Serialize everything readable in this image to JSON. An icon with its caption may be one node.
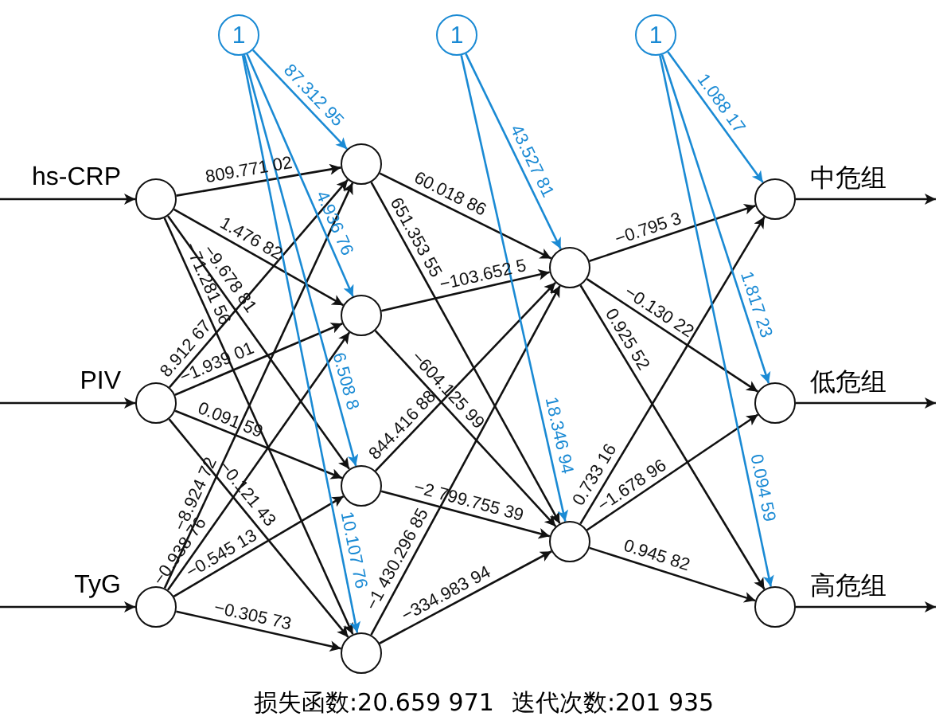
{
  "diagram": {
    "nodes": [
      {
        "text": [
          "1"
        ]
      },
      {
        "text": [
          "1"
        ]
      },
      {
        "text": [
          "1"
        ]
      },
      {
        "text": [],
        "shape": "circle",
        "beside": [
          "hs-CRP"
        ]
      },
      {
        "text": [],
        "shape": "circle",
        "beside": [
          "PIV"
        ]
      },
      {
        "text": [],
        "shape": "circle",
        "beside": [
          "TyG"
        ]
      },
      {
        "text": [],
        "shape": "circle"
      },
      {
        "text": [],
        "shape": "circle"
      },
      {
        "text": [],
        "shape": "circle"
      },
      {
        "text": [],
        "shape": "circle"
      },
      {
        "text": [],
        "shape": "circle"
      },
      {
        "text": [],
        "shape": "circle"
      },
      {
        "text": [],
        "shape": "circle",
        "beside": [
          "中危组"
        ]
      },
      {
        "text": [],
        "shape": "circle",
        "beside": [
          "低危组"
        ]
      },
      {
        "text": [],
        "shape": "circle",
        "beside": [
          "高危组"
        ]
      }
    ],
    "edges": [
      {
        "from": null,
        "to": 3,
        "arrow": "to"
      },
      {
        "from": null,
        "to": 4,
        "arrow": "to"
      },
      {
        "from": null,
        "to": 5,
        "arrow": "to"
      },
      {
        "from": 3,
        "to": 6,
        "arrow": "to",
        "label": "809.771 02"
      },
      {
        "from": 3,
        "to": 7,
        "arrow": "to",
        "label": "1.476 82"
      },
      {
        "from": 3,
        "to": 8,
        "arrow": "to",
        "label": "−9.678 81"
      },
      {
        "from": 3,
        "to": 9,
        "arrow": "to",
        "label": "−71.281 56"
      },
      {
        "from": 4,
        "to": 6,
        "arrow": "to",
        "label": "8.912 67"
      },
      {
        "from": 4,
        "to": 7,
        "arrow": "to",
        "label": "−1.939 01"
      },
      {
        "from": 4,
        "to": 8,
        "arrow": "to",
        "label": "0.091 59"
      },
      {
        "from": 4,
        "to": 9,
        "arrow": "to",
        "label": "−0.121 43"
      },
      {
        "from": 5,
        "to": 6,
        "arrow": "to",
        "label": "−8.924 72"
      },
      {
        "from": 5,
        "to": 7,
        "arrow": "to",
        "label": "−0.938 76"
      },
      {
        "from": 5,
        "to": 8,
        "arrow": "to",
        "label": "−0.545 13"
      },
      {
        "from": 5,
        "to": 9,
        "arrow": "to",
        "label": "−0.305 73"
      },
      {
        "from": 0,
        "to": 6,
        "arrow": "to",
        "label": "87.312 95",
        "color": "#1a8ad4"
      },
      {
        "from": 0,
        "to": 7,
        "arrow": "to",
        "label": "4.936 76",
        "color": "#1a8ad4"
      },
      {
        "from": 0,
        "to": 8,
        "arrow": "to",
        "label": "6.508 8",
        "color": "#1a8ad4"
      },
      {
        "from": 0,
        "to": 9,
        "arrow": "to",
        "label": "10.107 76",
        "color": "#1a8ad4"
      },
      {
        "from": 6,
        "to": 10,
        "arrow": "to",
        "label": "60.018 86"
      },
      {
        "from": 6,
        "to": 11,
        "arrow": "to",
        "label": "651.353 55"
      },
      {
        "from": 7,
        "to": 10,
        "arrow": "to",
        "label": "−103.652 5"
      },
      {
        "from": 7,
        "to": 11,
        "arrow": "to",
        "label": "−604.125 99"
      },
      {
        "from": 8,
        "to": 10,
        "arrow": "to",
        "label": "844.416 88"
      },
      {
        "from": 8,
        "to": 11,
        "arrow": "to",
        "label": "−2 799.755 39"
      },
      {
        "from": 9,
        "to": 10,
        "arrow": "to",
        "label": "−1 430.296 85"
      },
      {
        "from": 9,
        "to": 11,
        "arrow": "to",
        "label": "−334.983 94"
      },
      {
        "from": 1,
        "to": 10,
        "arrow": "to",
        "label": "43.527 81",
        "color": "#1a8ad4"
      },
      {
        "from": 1,
        "to": 11,
        "arrow": "to",
        "label": "18.346 94",
        "color": "#1a8ad4"
      },
      {
        "from": 10,
        "to": 12,
        "arrow": "to",
        "label": "−0.795 3"
      },
      {
        "from": 10,
        "to": 13,
        "arrow": "to",
        "label": "−0.130 22"
      },
      {
        "from": 10,
        "to": 14,
        "arrow": "to",
        "label": "0.925 52"
      },
      {
        "from": 11,
        "to": 12,
        "arrow": "to",
        "label": "0.733 16"
      },
      {
        "from": 11,
        "to": 13,
        "arrow": "to",
        "label": "−1.678 96"
      },
      {
        "from": 11,
        "to": 14,
        "arrow": "to",
        "label": "0.945 82"
      },
      {
        "from": 2,
        "to": 12,
        "arrow": "to",
        "label": "1.088 17",
        "color": "#1a8ad4"
      },
      {
        "from": 2,
        "to": 13,
        "arrow": "to",
        "label": "1.817 23",
        "color": "#1a8ad4"
      },
      {
        "from": 2,
        "to": 14,
        "arrow": "to",
        "label": "0.094 59",
        "color": "#1a8ad4"
      },
      {
        "from": 12,
        "to": null,
        "arrow": "to"
      },
      {
        "from": 13,
        "to": null,
        "arrow": "to"
      },
      {
        "from": 14,
        "to": null,
        "arrow": "to"
      }
    ],
    "labels": [
      "损失函数:20.659 971",
      "迭代次数:201 935"
    ]
  }
}
